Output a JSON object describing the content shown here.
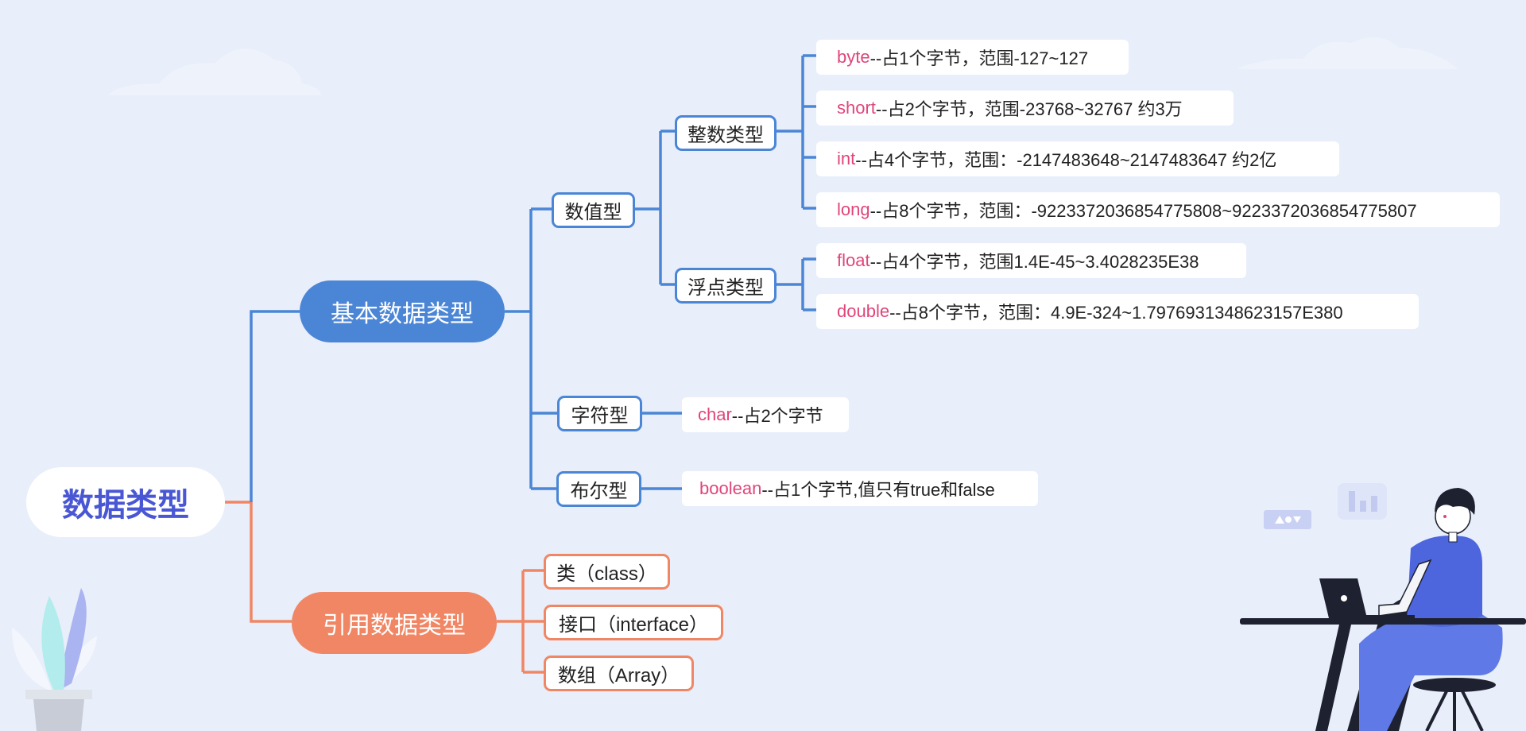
{
  "root": "数据类型",
  "primitive": {
    "label": "基本数据类型",
    "numeric": {
      "label": "数值型",
      "integer": {
        "label": "整数类型",
        "items": [
          {
            "keyword": "byte",
            "desc": "--占1个字节，范围-127~127"
          },
          {
            "keyword": "short",
            "desc": "--占2个字节，范围-23768~32767 约3万"
          },
          {
            "keyword": "int",
            "desc": "--占4个字节，范围：-2147483648~2147483647 约2亿"
          },
          {
            "keyword": "long",
            "desc": "--占8个字节，范围：-9223372036854775808~9223372036854775807"
          }
        ]
      },
      "float": {
        "label": "浮点类型",
        "items": [
          {
            "keyword": "float",
            "desc": "--占4个字节，范围1.4E-45~3.4028235E38"
          },
          {
            "keyword": "double",
            "desc": "--占8个字节，范围：4.9E-324~1.7976931348623157E380"
          }
        ]
      }
    },
    "char": {
      "label": "字符型",
      "item": {
        "keyword": "char",
        "desc": "--占2个字节"
      }
    },
    "boolean": {
      "label": "布尔型",
      "item": {
        "keyword": "boolean",
        "desc": "--占1个字节,值只有true和false"
      }
    }
  },
  "reference": {
    "label": "引用数据类型",
    "items": [
      "类（class）",
      "接口（interface）",
      "数组（Array）"
    ]
  },
  "colors": {
    "background": "#e8eefa",
    "primary": "#4b86d6",
    "secondary": "#f08664",
    "keyword": "#e0457a",
    "root_text": "#4a57d4"
  }
}
